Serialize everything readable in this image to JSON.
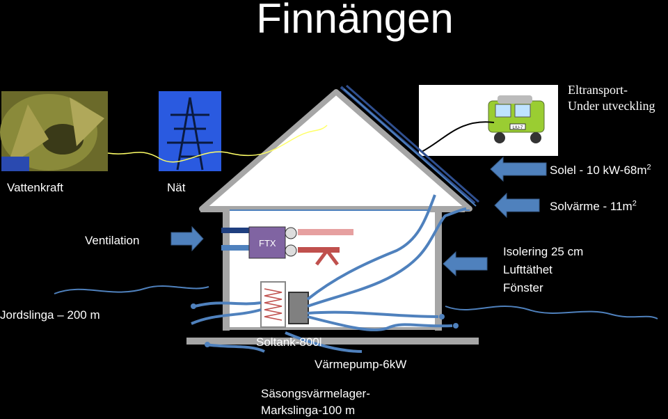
{
  "title": "Finnängen",
  "labels": {
    "vattenkraft": "Vattenkraft",
    "nat": "Nät",
    "ventilation": "Ventilation",
    "jordslinga": "Jordslinga – 200 m",
    "ftx": "FTX",
    "soltank": "Soltank-800l",
    "varmepump": "Värmepump-6kW",
    "sasong_line1": "Säsongsvärmelager-",
    "sasong_line2": "Markslinga-100 m",
    "eltransport_line1": "Eltransport-",
    "eltransport_line2": "Under utveckling",
    "solel": "Solel - 10 kW-68m",
    "solel_sup": "2",
    "solvarme": "Solvärme - 11m",
    "solvarme_sup": "2",
    "isolering": "Isolering 25 cm",
    "lufttathet": "Lufttäthet",
    "fonster": "Fönster",
    "car_plate": "LIU-7"
  },
  "colors": {
    "background": "#000000",
    "pipe_blue": "#4f81bd",
    "arrow_blue": "#4f81bd",
    "house_fill": "#ffffff",
    "house_frame": "#a6a6a6",
    "ftx_purple": "#8064a2",
    "warm_red": "#c0504d",
    "warm_pink": "#e6a0a0",
    "cable_yellow": "#ffff66",
    "solar_panel": "#2f4f8f"
  },
  "icons": [
    "hydro-turbine-photo",
    "power-pylon-photo",
    "electric-car-icon",
    "arrow-right-icon",
    "arrow-left-icon",
    "fan-icon"
  ]
}
